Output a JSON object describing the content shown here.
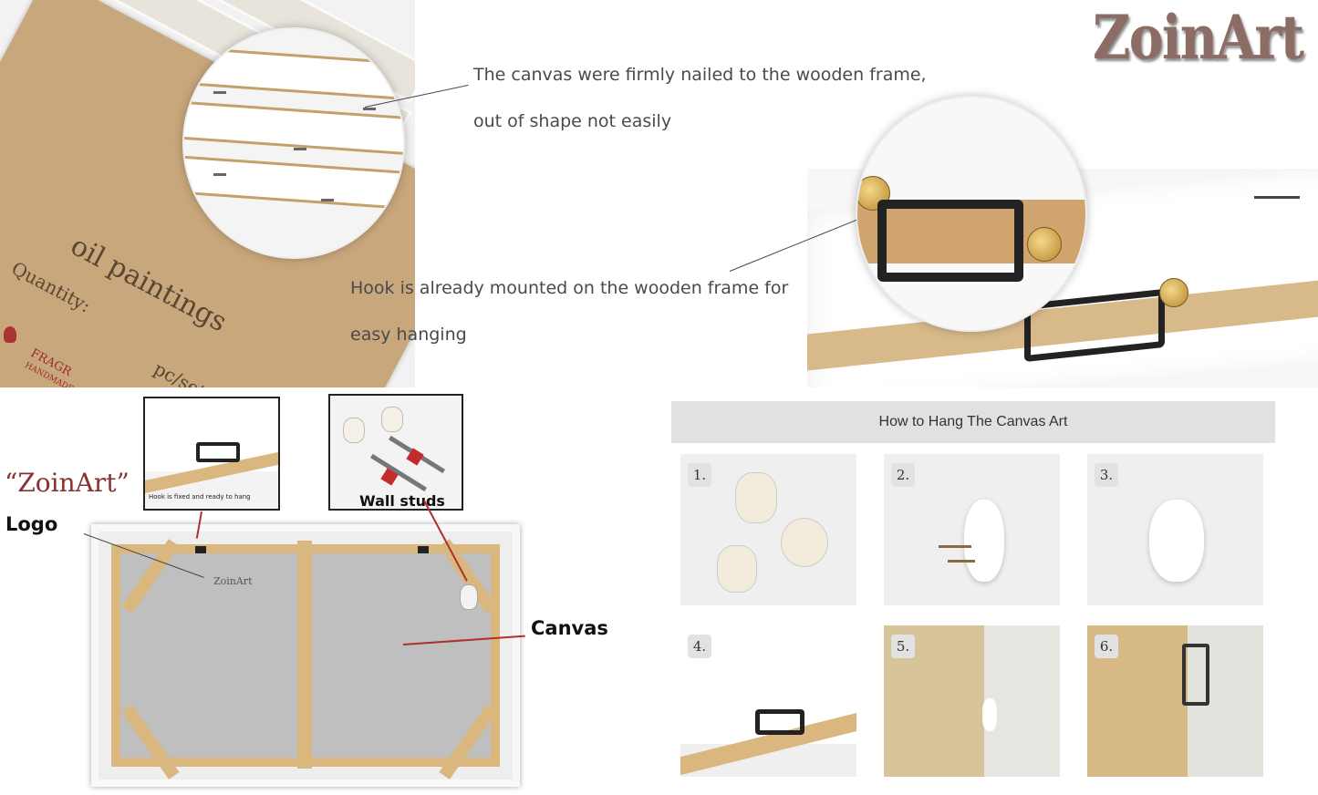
{
  "brand": {
    "name": "ZoinArt"
  },
  "top_left": {
    "kraft_label": "oil paintings",
    "kraft_quantity": "Quantity:",
    "kraft_unit": "pc/set",
    "kraft_maker": "FRAGR",
    "kraft_maker_sub": "HANDMADE",
    "caption_line1": "The canvas were firmly nailed to the wooden frame,",
    "caption_line2": "out of shape not easily"
  },
  "top_right": {
    "caption_line1": "Hook is already mounted on the wooden frame for",
    "caption_line2": "easy hanging"
  },
  "bottom_left": {
    "logo_quote": "“ZoinArt”",
    "logo_label": "Logo",
    "back_watermark": "ZoinArt",
    "inset1_caption": "Hook is fixed and ready to hang",
    "inset2_caption": "Wall studs",
    "canvas_label": "Canvas"
  },
  "how_to": {
    "title": "How to Hang The Canvas Art",
    "steps": [
      "1.",
      "2.",
      "3.",
      "4.",
      "5.",
      "6."
    ]
  },
  "colors": {
    "kraft": "#c9a77c",
    "wood": "#d9b77f",
    "brand": "#8c6d66",
    "pointer_red": "#b03030"
  }
}
